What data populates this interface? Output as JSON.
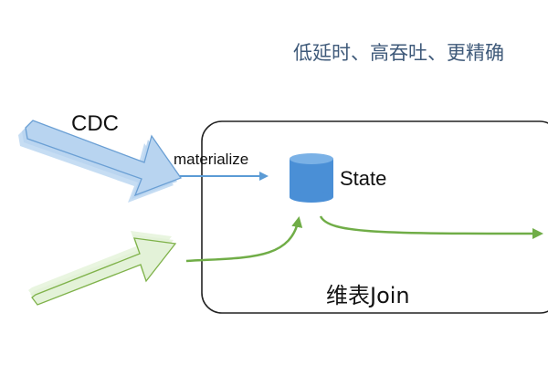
{
  "headline": "低延时、高吞吐、更精确",
  "labels": {
    "cdc": "CDC",
    "materialize": "materialize",
    "state": "State",
    "join_box": "维表Join"
  },
  "colors": {
    "blue_arrow_fill": "#b8d4f0",
    "blue_arrow_stroke": "#6a9fd4",
    "green_arrow_fill": "#e3f2d8",
    "green_arrow_stroke": "#7fb24a",
    "line_blue": "#5b9bd5",
    "line_green": "#70ad47",
    "database": "#4a8fd6",
    "headline": "#3f5a7a"
  },
  "icons": [
    "database-icon"
  ]
}
